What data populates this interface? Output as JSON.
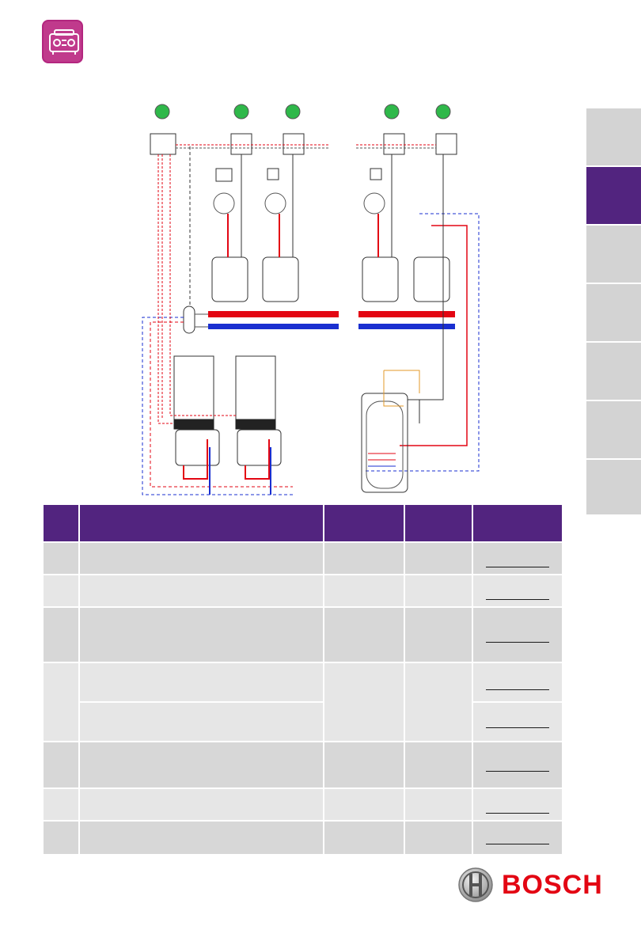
{
  "brand": {
    "name": "BOSCH",
    "color": "#e30613"
  },
  "colors": {
    "accent": "#52247f",
    "tab_grey": "#d3d3d3",
    "row_grey": "#d7d7d7",
    "row_light": "#e6e6e6",
    "pipe_hot": "#e30613",
    "pipe_cold": "#1a2fd0",
    "icon_pink": "#c03a8c"
  },
  "corner_icon": {
    "name": "boiler-unit-icon"
  },
  "side_tabs": {
    "count": 7,
    "active_index": 1
  },
  "diagram": {
    "name": "hydraulic-schematic-diagram"
  },
  "table": {
    "header_columns": 5,
    "rows": [
      {
        "shade": "grey",
        "cells": 1
      },
      {
        "shade": "light",
        "cells": 1
      },
      {
        "shade": "grey",
        "cells": 1
      },
      {
        "shade": "light",
        "cells": 2
      },
      {
        "shade": "grey",
        "cells": 1
      },
      {
        "shade": "light",
        "cells": 1
      },
      {
        "shade": "grey",
        "cells": 1
      }
    ]
  }
}
